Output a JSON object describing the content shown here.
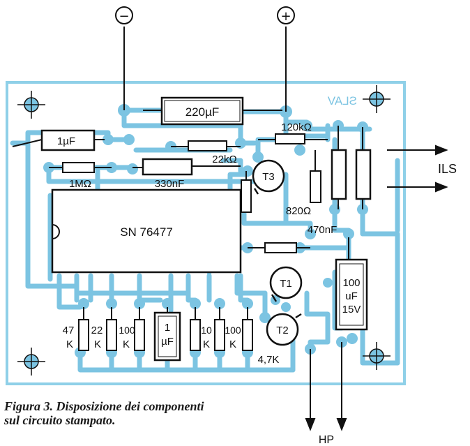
{
  "colors": {
    "board": "#ffffff",
    "board_edge": "#8fd0e8",
    "trace": "#7cc4e2",
    "pad": "#7cc4e2",
    "ink": "#111111"
  },
  "terminals": {
    "minus": "−",
    "plus": "+"
  },
  "board_mark": "SLAV",
  "ic_label": "SN 76477",
  "components": {
    "c_220u": "220µF",
    "c_1u_left": "1µF",
    "r_120k": "120kΩ",
    "r_22k": "22kΩ",
    "r_1m": "1MΩ",
    "c_330n": "330nF",
    "t3": "T3",
    "r_820": "820Ω",
    "c_470n": "470nF",
    "t1": "T1",
    "t2": "T2",
    "c_100u": [
      "100",
      "uF",
      "15V"
    ],
    "r_47k": [
      "47",
      "K"
    ],
    "r_22k_b": [
      "22",
      "K"
    ],
    "r_100k_a": [
      "100",
      "K"
    ],
    "c_1u_b": [
      "1",
      "µF"
    ],
    "r_10k": [
      "10",
      "K"
    ],
    "r_100k_b": [
      "100",
      "K"
    ],
    "r_47k_b": "4,7K"
  },
  "outputs": {
    "ils": "ILS",
    "hp": "HP"
  },
  "caption": [
    "Figura 3. Disposizione dei componenti",
    "sul circuito stampato."
  ]
}
